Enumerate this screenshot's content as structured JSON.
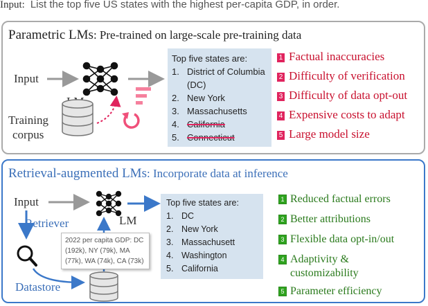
{
  "input_query": {
    "label": "Input:",
    "text": "List the top five US states with the highest per-capita GDP, in order."
  },
  "parametric": {
    "title": "Parametric LMs",
    "subtitle": ": Pre-trained  on large-scale pre-training data",
    "input_label": "Input",
    "lm_label": "LM",
    "corpus_label_line1": "Training",
    "corpus_label_line2": "corpus",
    "answers_header": "Top five states are:",
    "answers": [
      {
        "num": "1.",
        "text": "District of Columbia",
        "struck": false
      },
      {
        "num": "",
        "text": "(DC)",
        "struck": false
      },
      {
        "num": "2.",
        "text": "New York",
        "struck": false
      },
      {
        "num": "3.",
        "text": "Massachusetts",
        "struck": false
      },
      {
        "num": "4.",
        "text": "California",
        "struck": true
      },
      {
        "num": "5.",
        "text": "Connecticut",
        "struck": true
      }
    ],
    "issues": [
      {
        "num": "1",
        "text": "Factual inaccuracies"
      },
      {
        "num": "2",
        "text": "Difficulty of verification"
      },
      {
        "num": "3",
        "text": "Difficulty of data opt-out"
      },
      {
        "num": "4",
        "text": "Expensive costs to adapt"
      },
      {
        "num": "5",
        "text": "Large model size"
      }
    ],
    "issue_color": "#c8102e"
  },
  "retrieval": {
    "title": "Retrieval-augmented LMs",
    "subtitle": ": Incorporate data at inference",
    "input_label": "Input",
    "lm_label": "LM",
    "retriever_label": "Retriever",
    "datastore_label": "Datastore",
    "gdp_note": "2022 per capita GDP: DC (192k), NY (79k), MA (77k), WA (74k), CA (73k)",
    "answers_header": "Top five states are:",
    "answers": [
      {
        "num": "1.",
        "text": "DC"
      },
      {
        "num": "2.",
        "text": "New York"
      },
      {
        "num": "3.",
        "text": "Massachusett"
      },
      {
        "num": "4.",
        "text": "Washington"
      },
      {
        "num": "5.",
        "text": "California"
      }
    ],
    "benefits": [
      {
        "num": "1",
        "text": "Reduced factual errors"
      },
      {
        "num": "2",
        "text": "Better attributions"
      },
      {
        "num": "3",
        "text": "Flexible data opt-in/out"
      },
      {
        "num": "4",
        "text": "Adaptivity &"
      },
      {
        "num": "",
        "text": "customizability"
      },
      {
        "num": "5",
        "text": "Parameter efficiency"
      }
    ],
    "accent_color": "#3b78c9",
    "benefit_color": "#2a7a1c"
  }
}
